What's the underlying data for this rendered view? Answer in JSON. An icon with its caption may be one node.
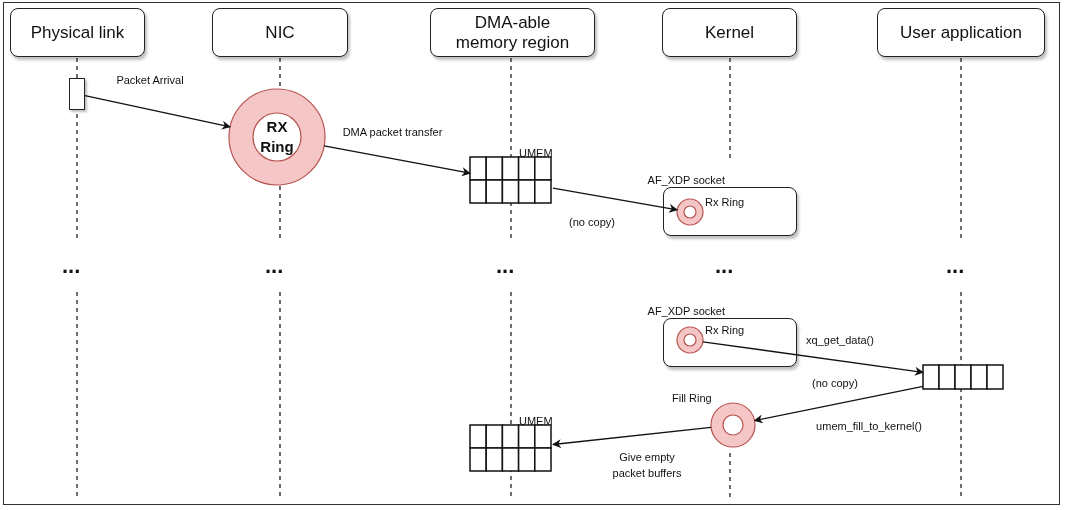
{
  "diagram": {
    "nodes": [
      {
        "text": [
          "Physical link"
        ]
      },
      {
        "text": [
          "NIC"
        ]
      },
      {
        "text": [
          "DMA-able memory region"
        ]
      },
      {
        "text": [
          "Kernel"
        ]
      },
      {
        "text": [
          "User application"
        ]
      },
      {
        "text": [],
        "shape": "bar"
      },
      {
        "text": [
          "RX Ring"
        ]
      },
      {
        "text": [
          "UMEM"
        ]
      },
      {
        "text": [
          "AF_XDP socket"
        ]
      },
      {
        "text": [
          "Rx Ring"
        ],
        "in": 8
      },
      {
        "text": [
          "AF_XDP socket"
        ]
      },
      {
        "text": [
          "Rx Ring"
        ],
        "in": 10
      },
      {
        "text": [],
        "shape": "box"
      },
      {
        "text": [
          "Fill Ring"
        ]
      },
      {
        "text": [
          "UMEM"
        ]
      }
    ],
    "edges": [
      {
        "from": 5,
        "to": 6,
        "arrow": "to",
        "label": "Packet Arrival"
      },
      {
        "from": 6,
        "to": 7,
        "arrow": "to",
        "label": "DMA packet transfer"
      },
      {
        "from": 7,
        "to": 9,
        "arrow": "to",
        "label": "(no copy)"
      },
      {
        "from": 11,
        "to": 12,
        "arrow": "to",
        "label": "xq_get_data()"
      },
      {
        "from": 12,
        "to": 13,
        "arrow": "to",
        "label": "umem_fill_to_kernel()"
      },
      {
        "from": 13,
        "to": 14,
        "arrow": "to",
        "label": "Give empty packet buffers"
      }
    ],
    "labels": [
      "(no copy)",
      "...",
      "...",
      "...",
      "...",
      "..."
    ]
  }
}
